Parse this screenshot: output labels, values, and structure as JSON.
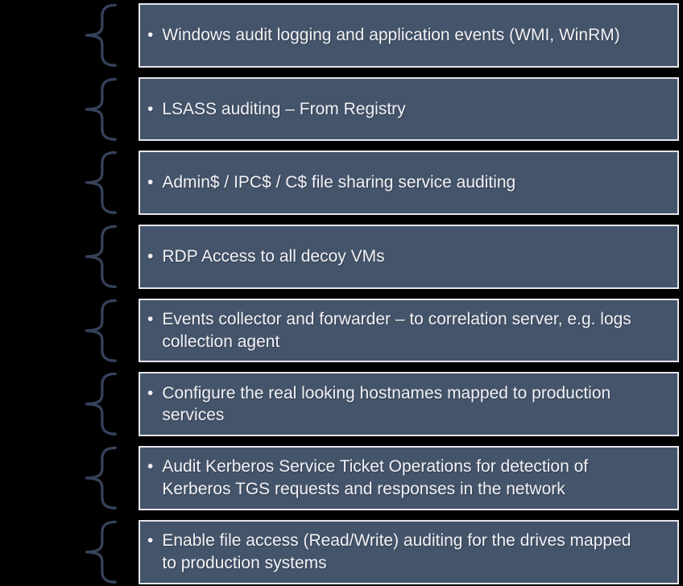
{
  "diagram": {
    "bullet": "•",
    "items": [
      {
        "text": "Windows audit logging and application events (WMI, WinRM)"
      },
      {
        "text": "LSASS auditing – From Registry"
      },
      {
        "text": "Admin$ / IPC$ / C$ file sharing service auditing"
      },
      {
        "text": "RDP Access to all decoy VMs"
      },
      {
        "text": "Events collector and forwarder – to correlation server, e.g. logs\ncollection agent"
      },
      {
        "text": "Configure the real looking hostnames mapped to production\nservices"
      },
      {
        "text": "Audit Kerberos Service Ticket Operations for detection of\nKerberos TGS requests and responses in the network"
      },
      {
        "text": "Enable file access (Read/Write) auditing for the drives mapped\nto production systems"
      }
    ]
  },
  "colors": {
    "background": "#000000",
    "box_fill": "#44546A",
    "box_border": "#E7E5ED",
    "brace_stroke": "#35425A",
    "text": "#F2F1F5"
  }
}
